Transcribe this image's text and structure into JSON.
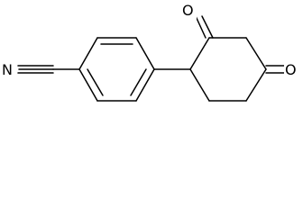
{
  "structure": {
    "atoms": {
      "nitrogen": "N",
      "oxygen_upper": "O",
      "oxygen_right": "O"
    },
    "colors": {
      "bond": "#000000",
      "background": "#ffffff"
    }
  }
}
